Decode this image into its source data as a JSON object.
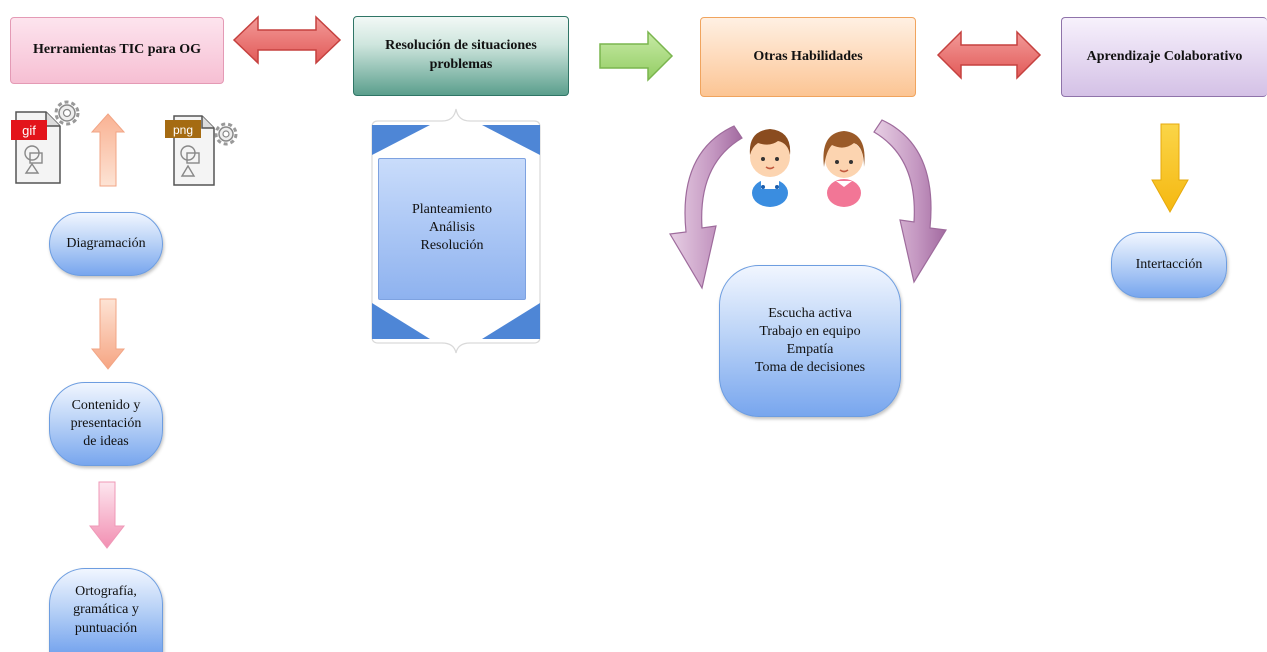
{
  "nodes": {
    "herramientas": "Herramientas TIC para OG",
    "resolucion": "Resolución de situaciones\nproblemas",
    "otras": "Otras Habilidades",
    "aprendizaje": "Aprendizaje Colaborativo",
    "problem_steps": "Planteamiento\nAnálisis\nResolución",
    "diagramacion": "Diagramación",
    "contenido": "Contenido y\npresentación\nde ideas",
    "ortografia": "Ortografía,\ngramática y\npuntuación",
    "habilidades": "Escucha activa\nTrabajo en equipo\nEmpatía\nToma de decisiones",
    "interaccion": "Intertacción"
  },
  "file_icons": {
    "gif_label": "gif",
    "png_label": "png"
  },
  "icons": [
    "gif-file-icon",
    "png-file-icon",
    "gear-icon",
    "boy-icon",
    "girl-icon"
  ],
  "colors": {
    "pink_box": "#f7c6d8",
    "teal_box": "#4f9a86",
    "orange_box": "#fcc693",
    "purple_box": "#d6c4e6",
    "red_arrow": "#e96966",
    "green_arrow": "#a4d779",
    "peach_arrow": "#f6b596",
    "pink_arrow": "#f8b7cb",
    "yellow_arrow": "#f7c52a",
    "blue_pill": "#8fb3ee",
    "curve_arrow": "#caa0c6"
  }
}
